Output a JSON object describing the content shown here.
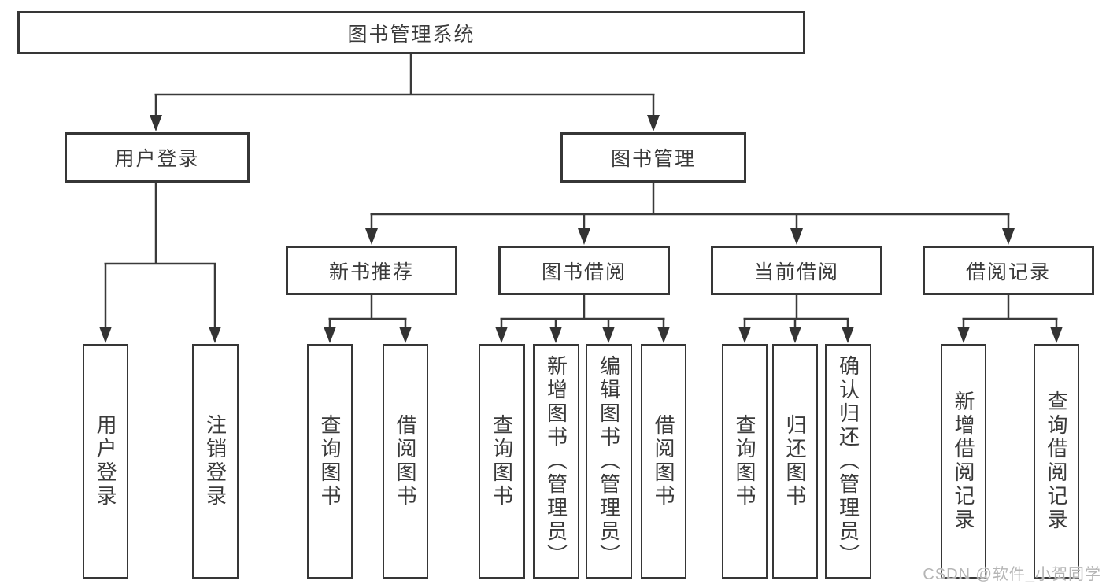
{
  "root": {
    "label": "图书管理系统"
  },
  "level2": [
    {
      "label": "用户登录"
    },
    {
      "label": "图书管理"
    }
  ],
  "level3": [
    {
      "label": "新书推荐"
    },
    {
      "label": "图书借阅"
    },
    {
      "label": "当前借阅"
    },
    {
      "label": "借阅记录"
    }
  ],
  "leaves": [
    {
      "label": "用户登录"
    },
    {
      "label": "注销登录"
    },
    {
      "label": "查询图书"
    },
    {
      "label": "借阅图书"
    },
    {
      "label": "查询图书"
    },
    {
      "label": "新增图书（管理员）"
    },
    {
      "label": "编辑图书（管理员）"
    },
    {
      "label": "借阅图书"
    },
    {
      "label": "查询图书"
    },
    {
      "label": "归还图书"
    },
    {
      "label": "确认归还（管理员）"
    },
    {
      "label": "新增借阅记录"
    },
    {
      "label": "查询借阅记录"
    }
  ],
  "watermark": "CSDN @软件_小贺同学",
  "colors": {
    "line": "#3a3a3a",
    "border": "#363636",
    "text": "#3a3a3a",
    "watermark": "#b5b5b5",
    "background": "#ffffff"
  }
}
